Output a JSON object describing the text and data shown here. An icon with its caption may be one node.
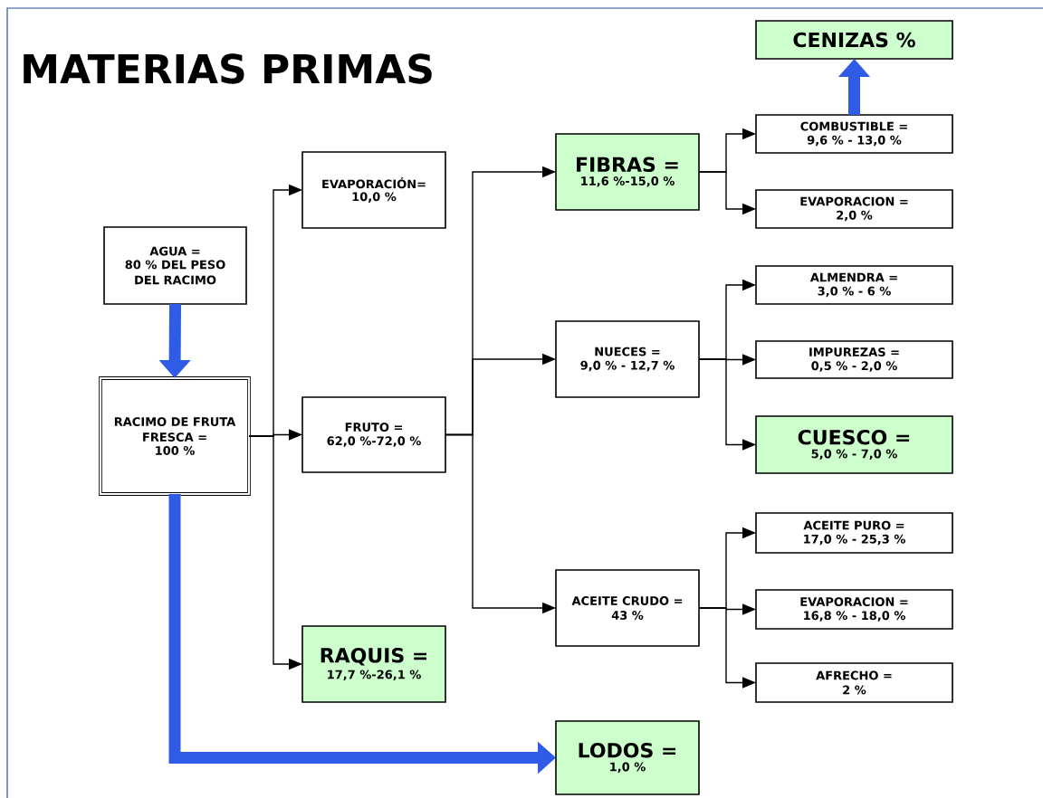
{
  "diagram": {
    "title": "MATERIAS PRIMAS",
    "nodes": [
      {
        "text": [
          "AGUA =",
          "80 % DEL PESO DEL RACIMO"
        ]
      },
      {
        "text": [
          "RACIMO DE FRUTA FRESCA =",
          "100 %"
        ]
      },
      {
        "text": [
          "EVAPORACIÓN=",
          "10,0 %"
        ]
      },
      {
        "text": [
          "FRUTO =",
          "62,0 %-72,0 %"
        ]
      },
      {
        "text": [
          "RAQUIS =",
          "17,7 %-26,1 %"
        ]
      },
      {
        "text": [
          "FIBRAS =",
          "11,6 %-15,0 %"
        ]
      },
      {
        "text": [
          "NUECES =",
          "9,0 % - 12,7 %"
        ]
      },
      {
        "text": [
          "ACEITE CRUDO =",
          "43 %"
        ]
      },
      {
        "text": [
          "CENIZAS %"
        ]
      },
      {
        "text": [
          "COMBUSTIBLE =",
          "9,6 % - 13,0 %"
        ]
      },
      {
        "text": [
          "EVAPORACION =",
          "2,0 %"
        ]
      },
      {
        "text": [
          "ALMENDRA =",
          "3,0 % - 6 %"
        ]
      },
      {
        "text": [
          "IMPUREZAS =",
          "0,5 % - 2,0 %"
        ]
      },
      {
        "text": [
          "CUESCO =",
          "5,0 % - 7,0 %"
        ]
      },
      {
        "text": [
          "ACEITE PURO =",
          "17,0 % - 25,3 %"
        ]
      },
      {
        "text": [
          "EVAPORACION =",
          "16,8 % - 18,0 %"
        ]
      },
      {
        "text": [
          "AFRECHO =",
          "2 %"
        ]
      },
      {
        "text": [
          "LODOS =",
          "1,0 %"
        ]
      }
    ],
    "edges": [
      {
        "from": 0,
        "to": 1,
        "arrow": "to",
        "style": "thick",
        "color": "#2f5be6"
      },
      {
        "from": 1,
        "to": 2,
        "arrow": "to"
      },
      {
        "from": 1,
        "to": 3,
        "arrow": "to"
      },
      {
        "from": 1,
        "to": 4,
        "arrow": "to"
      },
      {
        "from": 1,
        "to": 17,
        "arrow": "to",
        "style": "thick",
        "color": "#2f5be6"
      },
      {
        "from": 3,
        "to": 5,
        "arrow": "to"
      },
      {
        "from": 3,
        "to": 6,
        "arrow": "to"
      },
      {
        "from": 3,
        "to": 7,
        "arrow": "to"
      },
      {
        "from": 5,
        "to": 9,
        "arrow": "to"
      },
      {
        "from": 5,
        "to": 10,
        "arrow": "to"
      },
      {
        "from": 9,
        "to": 8,
        "arrow": "to",
        "style": "thick",
        "color": "#2f5be6"
      },
      {
        "from": 6,
        "to": 11,
        "arrow": "to"
      },
      {
        "from": 6,
        "to": 12,
        "arrow": "to"
      },
      {
        "from": 6,
        "to": 13,
        "arrow": "to"
      },
      {
        "from": 7,
        "to": 14,
        "arrow": "to"
      },
      {
        "from": 7,
        "to": 15,
        "arrow": "to"
      },
      {
        "from": 7,
        "to": 16,
        "arrow": "to"
      }
    ]
  }
}
